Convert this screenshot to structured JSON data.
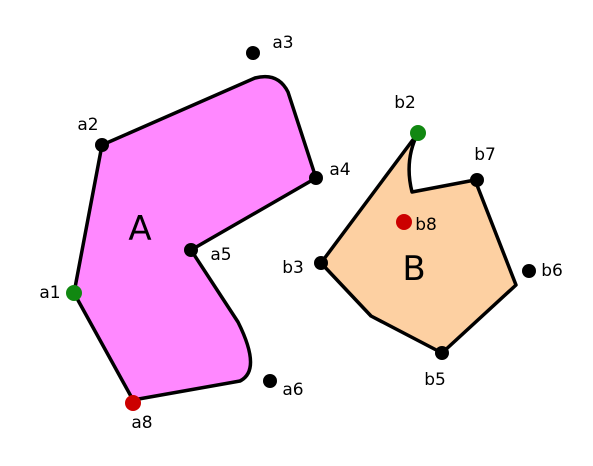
{
  "colors": {
    "shape_a_fill": "#ff88ff",
    "shape_b_fill": "#fdd0a2",
    "outline": "#000000",
    "point_default": "#000000",
    "point_green": "#118811",
    "point_red": "#cc0000"
  },
  "shapes": {
    "a": {
      "label": "A"
    },
    "b": {
      "label": "B"
    }
  },
  "points": [
    {
      "id": "a1",
      "label": "a1",
      "color": "green"
    },
    {
      "id": "a2",
      "label": "a2",
      "color": "black"
    },
    {
      "id": "a3",
      "label": "a3",
      "color": "black"
    },
    {
      "id": "a4",
      "label": "a4",
      "color": "black"
    },
    {
      "id": "a5",
      "label": "a5",
      "color": "black"
    },
    {
      "id": "a6",
      "label": "a6",
      "color": "black"
    },
    {
      "id": "a8",
      "label": "a8",
      "color": "red"
    },
    {
      "id": "b2",
      "label": "b2",
      "color": "green"
    },
    {
      "id": "b3",
      "label": "b3",
      "color": "black"
    },
    {
      "id": "b5",
      "label": "b5",
      "color": "black"
    },
    {
      "id": "b6",
      "label": "b6",
      "color": "black"
    },
    {
      "id": "b7",
      "label": "b7",
      "color": "black"
    },
    {
      "id": "b8",
      "label": "b8",
      "color": "red"
    }
  ]
}
